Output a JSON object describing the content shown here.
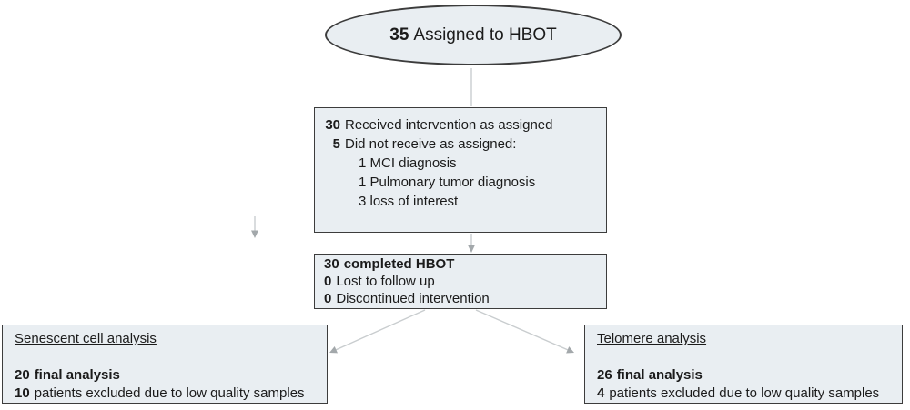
{
  "colors": {
    "background": "#ffffff",
    "node_fill": "#e9eef2",
    "node_border": "#3c3c3c",
    "connector": "#c9cdcf",
    "arrowhead": "#a3a8ab",
    "text": "#1b1b1b"
  },
  "flow": {
    "assigned": {
      "num": "35",
      "label": "Assigned to HBOT"
    },
    "received": {
      "line1": {
        "num": "30",
        "text": "Received intervention as assigned"
      },
      "line2": {
        "num": "5",
        "text": "Did not receive as assigned:"
      },
      "sub1": "1 MCI diagnosis",
      "sub2": "1 Pulmonary tumor diagnosis",
      "sub3": "3 loss of interest"
    },
    "completed": {
      "line1": {
        "num": "30",
        "text": "completed HBOT"
      },
      "line2": {
        "num": "0",
        "text": "Lost to follow up"
      },
      "line3": {
        "num": "0",
        "text": "Discontinued intervention"
      }
    },
    "senescent": {
      "title": "Senescent cell analysis",
      "final": {
        "num": "20",
        "text": "final analysis"
      },
      "excluded": {
        "num": "10",
        "text": "patients excluded due to low quality samples"
      }
    },
    "telomere": {
      "title": "Telomere analysis",
      "final": {
        "num": "26",
        "text": "final analysis"
      },
      "excluded": {
        "num": "4",
        "text": "patients excluded due to low quality samples"
      }
    }
  }
}
